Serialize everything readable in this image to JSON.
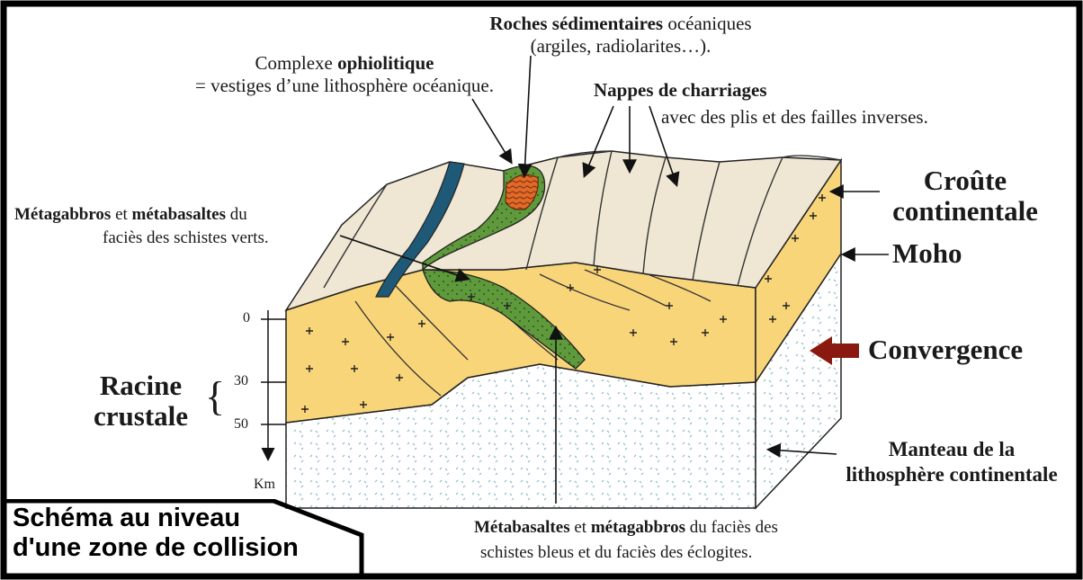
{
  "labels": {
    "ophio_line1_pre": "Complexe ",
    "ophio_line1_bold": "ophiolitique",
    "ophio_line2": "= vestiges d’une lithosphère océanique.",
    "sed_line1_bold": "Roches sédimentaires",
    "sed_line1_rest": " océaniques",
    "sed_line2": "(argiles, radiolarites…).",
    "nappes_bold": "Nappes de charriages",
    "nappes_line2": "avec des plis et des failles inverses.",
    "metagab_bold1": "Métagabbros",
    "metagab_mid": " et ",
    "metagab_bold2": "métabasaltes",
    "metagab_rest": " du",
    "metagab_line2": "faciès des schistes verts.",
    "croute_line1": "Croûte",
    "croute_line2": "continentale",
    "moho": "Moho",
    "convergence": "Convergence",
    "racine_line1": "Racine",
    "racine_line2": "crustale",
    "manteau_line1": "Manteau de la",
    "manteau_line2": "lithosphère continentale",
    "metabas_bold1": "Métabasaltes",
    "metabas_mid": " et ",
    "metabas_bold2": "métagabbros",
    "metabas_rest": " du faciès des",
    "metabas_line2": "schistes bleus et du faciès des éclogites.",
    "title_line1": "Schéma au niveau",
    "title_line2": "d'une zone de collision"
  },
  "depth_axis": {
    "ticks": [
      "0",
      "30",
      "50"
    ],
    "unit": "Km"
  },
  "colors": {
    "crust": "#f9d57a",
    "upper_sediment": "#efe6d3",
    "ophiolite_green": "#5e9a3c",
    "ocean_blue": "#1e5a78",
    "sediment_orange": "#e06a2a",
    "mantle_dots": "#7fb6c3",
    "arrow_red": "#8a1a10"
  }
}
